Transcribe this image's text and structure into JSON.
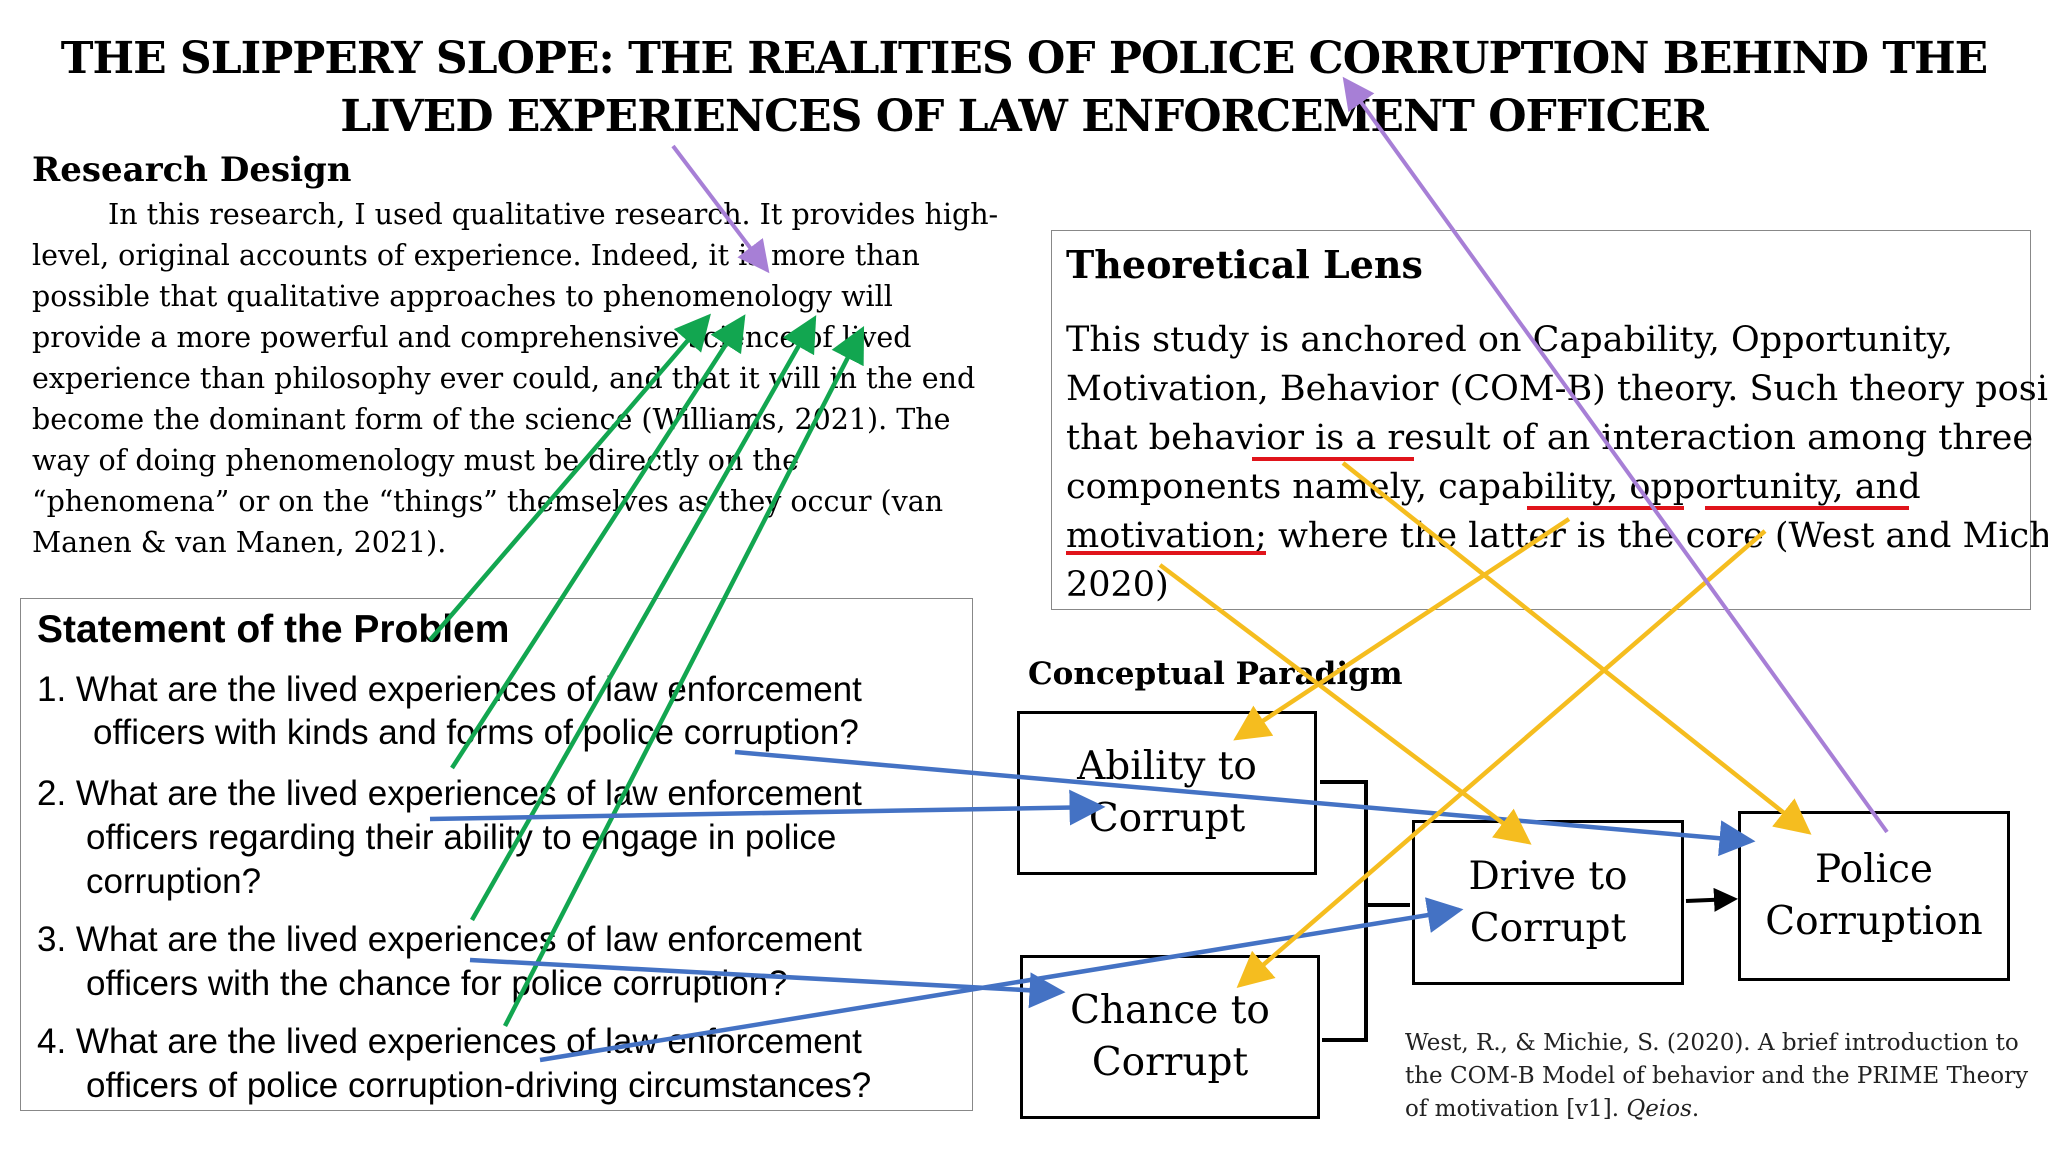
{
  "title": {
    "line1": "THE SLIPPERY SLOPE: THE REALITIES OF POLICE CORRUPTION BEHIND THE",
    "line2": "LIVED EXPERIENCES OF LAW ENFORCEMENT OFFICER"
  },
  "research_design": {
    "heading": "Research Design",
    "lines": [
      "In this research, I used qualitative research. It provides high-",
      "level, original accounts of experience. Indeed, it is more than",
      "possible that qualitative approaches to phenomenology will",
      "provide a more powerful and comprehensive science of lived",
      "experience than philosophy ever could, and that it will in the end",
      "become the dominant form of the science (Williams, 2021). The",
      "way of doing phenomenology must be directly on the",
      "“phenomena” or on the “things” themselves as they occur (van",
      "Manen & van Manen, 2021)."
    ]
  },
  "theoretical_lens": {
    "heading": "Theoretical Lens",
    "lines": [
      "This study is anchored on Capability, Opportunity,",
      "Motivation, Behavior (COM-B) theory.  Such theory posits",
      "that behavior is a result of an interaction among three",
      "components namely, capability, opportunity, and",
      "motivation; where the latter is the core (West and Michie,",
      "2020)"
    ]
  },
  "statement_of_problem": {
    "heading": "Statement of the Problem",
    "lines": [
      "1.   What are the lived experiences of law enforcement",
      "officers with kinds and forms of police corruption?",
      "2.  What are the lived experiences of law enforcement",
      "officers regarding their ability to engage in police",
      "corruption?",
      "3.  What are the lived experiences of law enforcement",
      "officers with the chance for police corruption?",
      "4.  What are the lived experiences of law enforcement",
      "officers of police corruption-driving circumstances?"
    ]
  },
  "conceptual_paradigm": {
    "heading": "Conceptual Paradigm",
    "nodes": {
      "ability": [
        "Ability  to",
        "Corrupt"
      ],
      "chance": [
        "Chance to",
        "Corrupt"
      ],
      "drive": [
        "Drive to",
        "Corrupt"
      ],
      "police": [
        "Police",
        "Corruption"
      ]
    }
  },
  "reference": {
    "line1": "West, R., & Michie, S. (2020). A brief introduction to",
    "line2": "the COM-B Model of behavior and the PRIME Theory",
    "line3_prefix": "of motivation [v1]. ",
    "line3_italic": "Qeios",
    "line3_suffix": "."
  },
  "colors": {
    "green_arrows": "#12a650",
    "blue_arrows": "#4472c4",
    "yellow_arrows": "#f5bd1f",
    "purple_arrows": "#a77fd6",
    "red_underline": "#e0141b"
  }
}
